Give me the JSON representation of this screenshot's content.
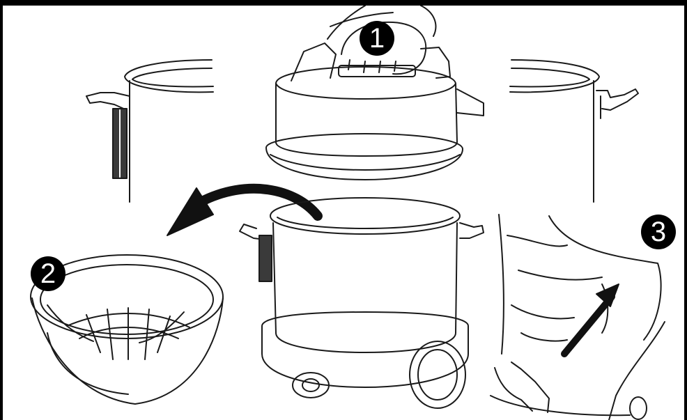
{
  "steps": [
    {
      "label": "1"
    },
    {
      "label": "2"
    },
    {
      "label": "3"
    }
  ],
  "colors": {
    "line": "#1a1a1a",
    "badge_fill": "#000000",
    "badge_text": "#ffffff",
    "frame": "#000000"
  }
}
